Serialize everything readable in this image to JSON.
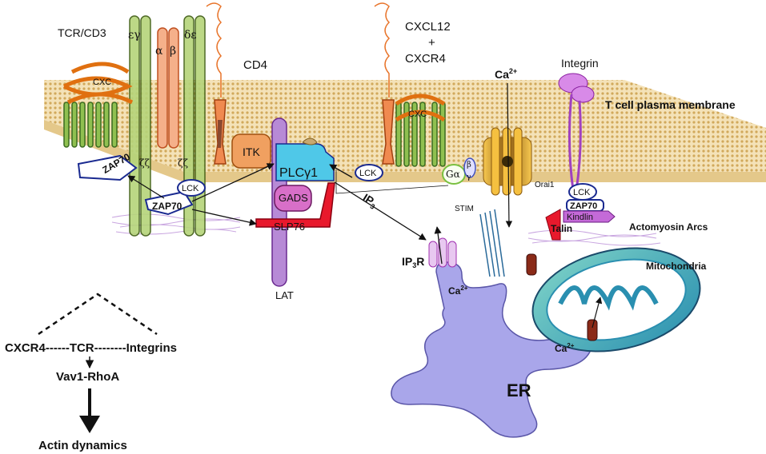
{
  "labels": {
    "tcr_cd3": "TCR/CD3",
    "cd4": "CD4",
    "cxcl12": "CXCL12",
    "plus": "+",
    "cxcr4": "CXCR4",
    "ca2_top": "Ca",
    "ca2_sup": "2+",
    "integrin": "Integrin",
    "membrane": "T cell plasma membrane",
    "cxc_left": "CXC",
    "cxc_right": "CXC",
    "eps_gamma": "εγ",
    "alpha": "α",
    "beta": "β",
    "delta_eps": "δε",
    "zeta_left": "ζζ",
    "zeta_right": "ζζ",
    "lck_1": "LCK",
    "lck_2": "LCK",
    "lck_3": "LCK",
    "itk": "ITK",
    "plc": "PLCγ1",
    "gads": "GADS",
    "slp76": "SLP76",
    "lat": "LAT",
    "zap70_1": "ZAP70",
    "zap70_2": "ZAP70",
    "zap70_3": "ZAP70",
    "galpha": "Gα",
    "gbeta": "β",
    "ggamma": "γ",
    "orai1": "Orai1",
    "stim": "STIM",
    "ip3": "IP",
    "ip3_sub": "3",
    "ip3r": "IP",
    "ip3r_sub": "3",
    "ip3r_r": "R",
    "ca2_er": "Ca",
    "ca2_er_sup": "2+",
    "ca2_mito": "Ca",
    "ca2_mito_sup": "2+",
    "kindlin": "Kindlin",
    "talin": "Talin",
    "actomyosin": "Actomyosin Arcs",
    "mitochondria": "Mitochondria",
    "er": "ER",
    "cxcr4_tcr_integrins": "CXCR4------TCR--------Integrins",
    "vav1": "Vav1-RhoA",
    "actin": "Actin dynamics"
  },
  "colors": {
    "membrane": "#d8b56a",
    "tcr_green": "#7fa63a",
    "alpha_beta": "#f08a50",
    "cd4": "#e8742a",
    "lat": "#b78ad6",
    "plc": "#4fc8e8",
    "gads": "#d86fc8",
    "slp76": "#e8192c",
    "itk": "#f0a060",
    "er": "#a9a6ea",
    "mito_outer": "#2a9fb0",
    "orai": "#f0b020",
    "integrin": "#c060d8"
  },
  "icons": {
    "receptor": "7tm-receptor-icon",
    "channel": "calcium-channel-icon"
  }
}
